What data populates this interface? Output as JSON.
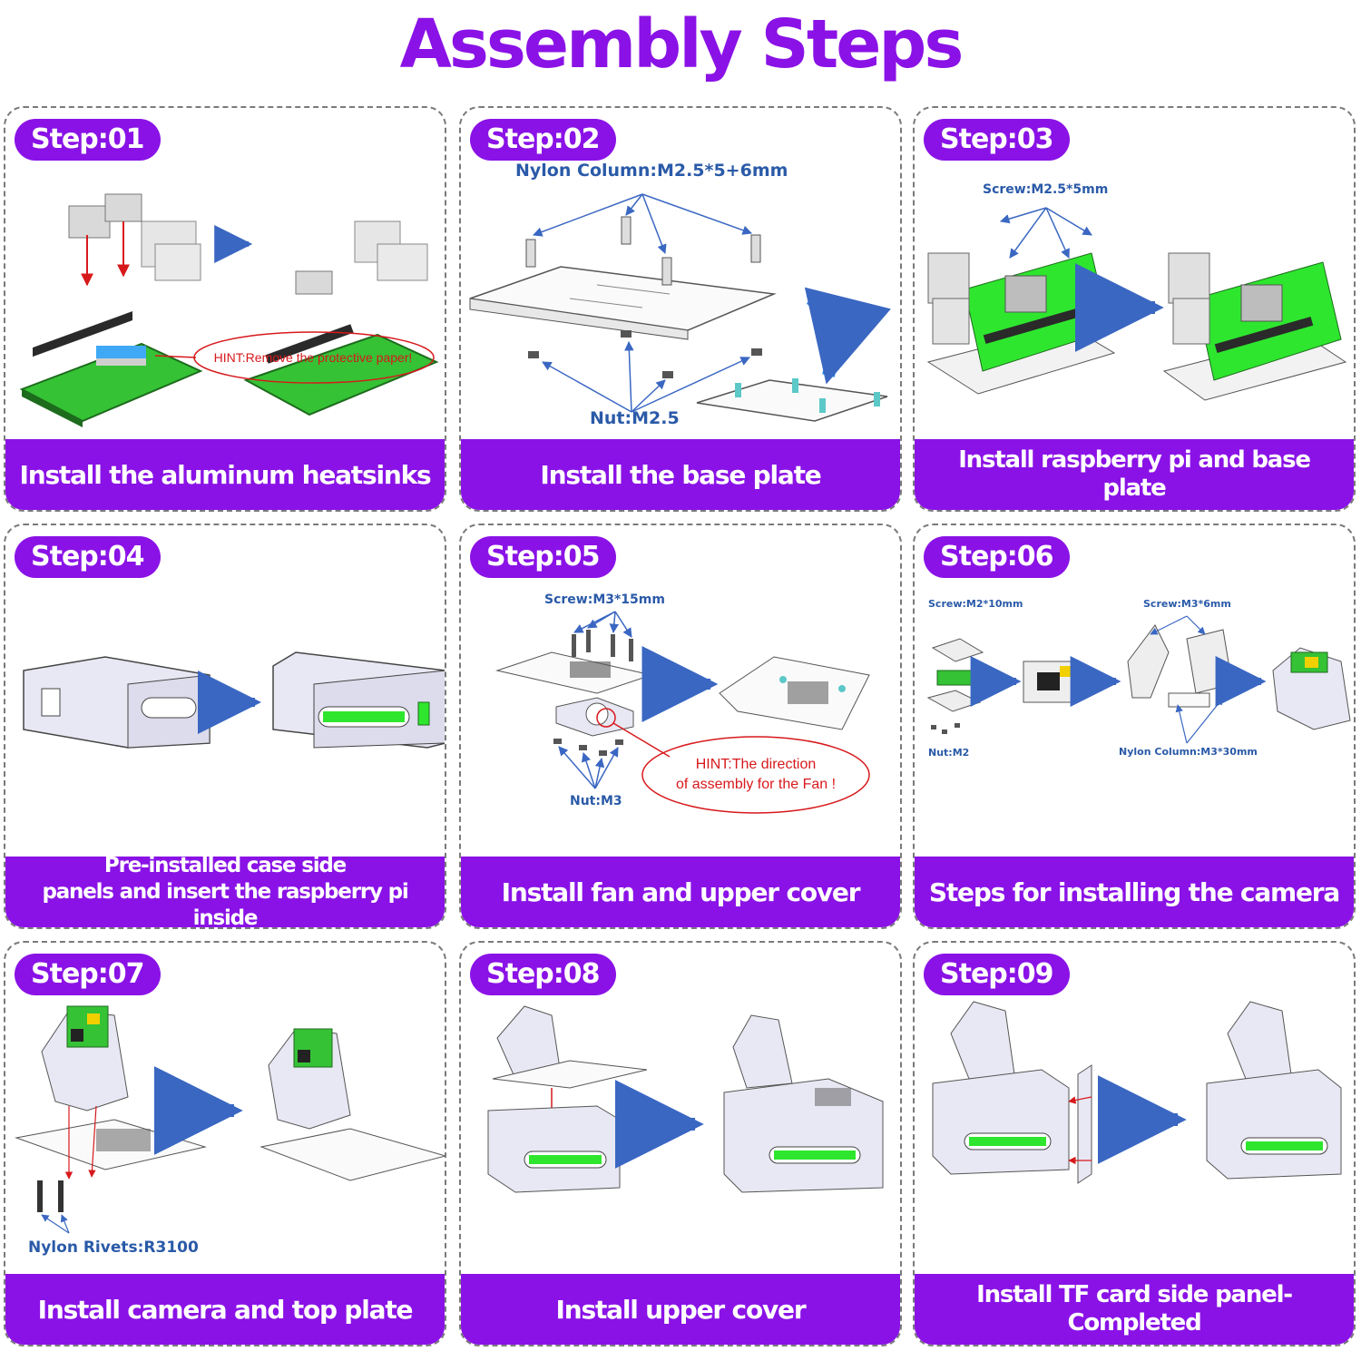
{
  "title": "Assembly Steps",
  "colors": {
    "brand_purple": "#8a12e6",
    "label_blue": "#2a5aa8",
    "hint_red": "#d7191c",
    "arrow_blue": "#3a67c2",
    "pcb_green": "#35c235"
  },
  "steps": [
    {
      "badge": "Step:01",
      "caption": "Install the aluminum heatsinks",
      "hint": "HINT:Remove the protective paper!"
    },
    {
      "badge": "Step:02",
      "caption": "Install the base plate",
      "labels": {
        "top": "Nylon Column:M2.5*5+6mm",
        "bottom": "Nut:M2.5"
      }
    },
    {
      "badge": "Step:03",
      "caption": "Install raspberry pi and base plate",
      "labels": {
        "top": "Screw:M2.5*5mm"
      }
    },
    {
      "badge": "Step:04",
      "caption_line1": "Pre-installed case side",
      "caption_line2": "panels and insert the raspberry pi inside"
    },
    {
      "badge": "Step:05",
      "caption": "Install fan and upper cover",
      "labels": {
        "top": "Screw:M3*15mm",
        "bottom": "Nut:M3"
      },
      "hint_line1": "HINT:The direction",
      "hint_line2": "of assembly for the Fan !"
    },
    {
      "badge": "Step:06",
      "caption": "Steps for installing the camera",
      "labels": {
        "screw_left": "Screw:M2*10mm",
        "screw_right": "Screw:M3*6mm",
        "nut": "Nut:M2",
        "column": "Nylon Column:M3*30mm"
      }
    },
    {
      "badge": "Step:07",
      "caption": "Install camera and top plate",
      "labels": {
        "bottom": "Nylon Rivets:R3100"
      }
    },
    {
      "badge": "Step:08",
      "caption": "Install upper cover"
    },
    {
      "badge": "Step:09",
      "caption": "Install TF card side panel-Completed"
    }
  ]
}
